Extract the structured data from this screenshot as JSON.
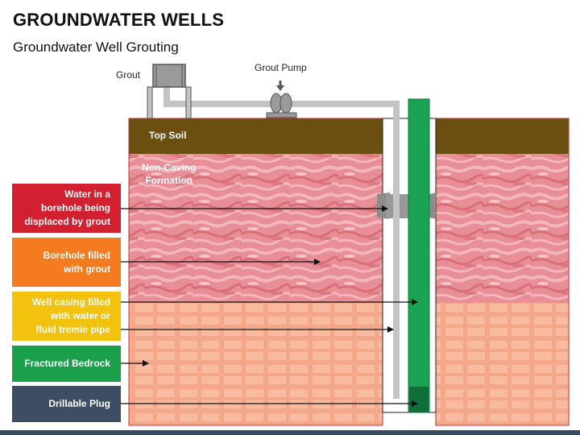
{
  "header": {
    "title": "GROUNDWATER WELLS",
    "subtitle": "Groundwater Well Grouting"
  },
  "diagram": {
    "grout_label": "Grout",
    "pump_label": "Grout Pump",
    "top_soil_label": "Top Soil",
    "formation_label_line1": "Non-Caving",
    "formation_label_line2": "Formation"
  },
  "legend": [
    {
      "lines": [
        "Water in a",
        "borehole being",
        "displaced by grout"
      ],
      "color": "#d22030"
    },
    {
      "lines": [
        "Borehole filled",
        "with grout"
      ],
      "color": "#f47b20"
    },
    {
      "lines": [
        "Well casing filled",
        "with water or",
        "fluid tremie pipe"
      ],
      "color": "#f3c20e"
    },
    {
      "lines": [
        "Fractured Bedrock"
      ],
      "color": "#1aa04b"
    },
    {
      "lines": [
        "Drillable Plug"
      ],
      "color": "#3e4d63"
    }
  ],
  "colors": {
    "top_soil": "#6b4f10",
    "formation": "#e88e96",
    "bedrock": "#f5a889",
    "casing": "#1aa353",
    "grout_gray": "#8c8c8c",
    "pipe": "#c4c4c4",
    "footer": "#3a4a5f"
  }
}
